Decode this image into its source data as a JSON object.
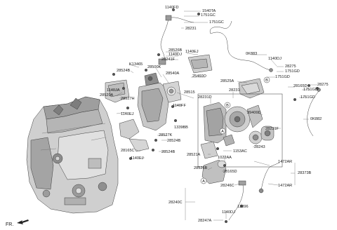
{
  "labels": [
    {
      "id": "1140FD",
      "text": "1140FD"
    },
    {
      "id": "1540TA",
      "text": "1540TA"
    },
    {
      "id": "1751GC_a",
      "text": "1751GC"
    },
    {
      "id": "1751GC_b",
      "text": "1751GC"
    },
    {
      "id": "28231",
      "text": "28231"
    },
    {
      "id": "28526B",
      "text": "28526B"
    },
    {
      "id": "1140EJ_a",
      "text": "1140EJ"
    },
    {
      "id": "1140DJ_a",
      "text": "1140DJ"
    },
    {
      "id": "28241F",
      "text": "28241F"
    },
    {
      "id": "K13465",
      "text": "K13465"
    },
    {
      "id": "28500K",
      "text": "28500K"
    },
    {
      "id": "28524B_a",
      "text": "28524B"
    },
    {
      "id": "28540A",
      "text": "28540A"
    },
    {
      "id": "25460O",
      "text": "25460O"
    },
    {
      "id": "0K883",
      "text": "0K883"
    },
    {
      "id": "1140DJ_b",
      "text": "1140DJ"
    },
    {
      "id": "28275_a",
      "text": "28275"
    },
    {
      "id": "1751GD_a",
      "text": "1751GD"
    },
    {
      "id": "28525A",
      "text": "28525A"
    },
    {
      "id": "1751GD_b",
      "text": "1751GD"
    },
    {
      "id": "28165D",
      "text": "28165D"
    },
    {
      "id": "28275_b",
      "text": "28275"
    },
    {
      "id": "1751GD_c",
      "text": "1751GD"
    },
    {
      "id": "1751GD_d",
      "text": "1751GD"
    },
    {
      "id": "1140JA",
      "text": "1140JA"
    },
    {
      "id": "28529A",
      "text": "28529A"
    },
    {
      "id": "28527H",
      "text": "28527H"
    },
    {
      "id": "1140EJ_b",
      "text": "1140EJ"
    },
    {
      "id": "28515",
      "text": "28515"
    },
    {
      "id": "28231D",
      "text": "28231D"
    },
    {
      "id": "28231_b",
      "text": "28231"
    },
    {
      "id": "39400D",
      "text": "39400D"
    },
    {
      "id": "1140FF",
      "text": "1140FF"
    },
    {
      "id": "1339BB",
      "text": "1339BB"
    },
    {
      "id": "0K882",
      "text": "0K882"
    },
    {
      "id": "28231F",
      "text": "28231F"
    },
    {
      "id": "28527K",
      "text": "28527K"
    },
    {
      "id": "28524B_b",
      "text": "28524B"
    },
    {
      "id": "28243",
      "text": "28243"
    },
    {
      "id": "28524B_c",
      "text": "28524B"
    },
    {
      "id": "28165C",
      "text": "28165C"
    },
    {
      "id": "28521A",
      "text": "28521A"
    },
    {
      "id": "1153AC",
      "text": "1153AC"
    },
    {
      "id": "1140EJ_c",
      "text": "1140EJ"
    },
    {
      "id": "1022AA",
      "text": "1022AA"
    },
    {
      "id": "1472AR_a",
      "text": "1472AR"
    },
    {
      "id": "28526B_b",
      "text": "28526B"
    },
    {
      "id": "28165D_b",
      "text": "28165D"
    },
    {
      "id": "28373B",
      "text": "28373B"
    },
    {
      "id": "28246C",
      "text": "28246C"
    },
    {
      "id": "1472AR_b",
      "text": "1472AR"
    },
    {
      "id": "28240C",
      "text": "28240C"
    },
    {
      "id": "13396",
      "text": "13396"
    },
    {
      "id": "1140DJ_c",
      "text": "1140DJ"
    },
    {
      "id": "28247A",
      "text": "28247A"
    }
  ],
  "circle_markers": [
    {
      "id": "circle-a-1",
      "text": "A"
    },
    {
      "id": "circle-a-2",
      "text": "A"
    },
    {
      "id": "circle-b-1",
      "text": "B"
    },
    {
      "id": "circle-b-2",
      "text": "B"
    }
  ],
  "fr_label": "FR.",
  "colors": {
    "line": "#3c3c3c",
    "fill": "#d9d9d9",
    "fill_dark": "#8a8a8a",
    "text": "#1a1a1a"
  }
}
